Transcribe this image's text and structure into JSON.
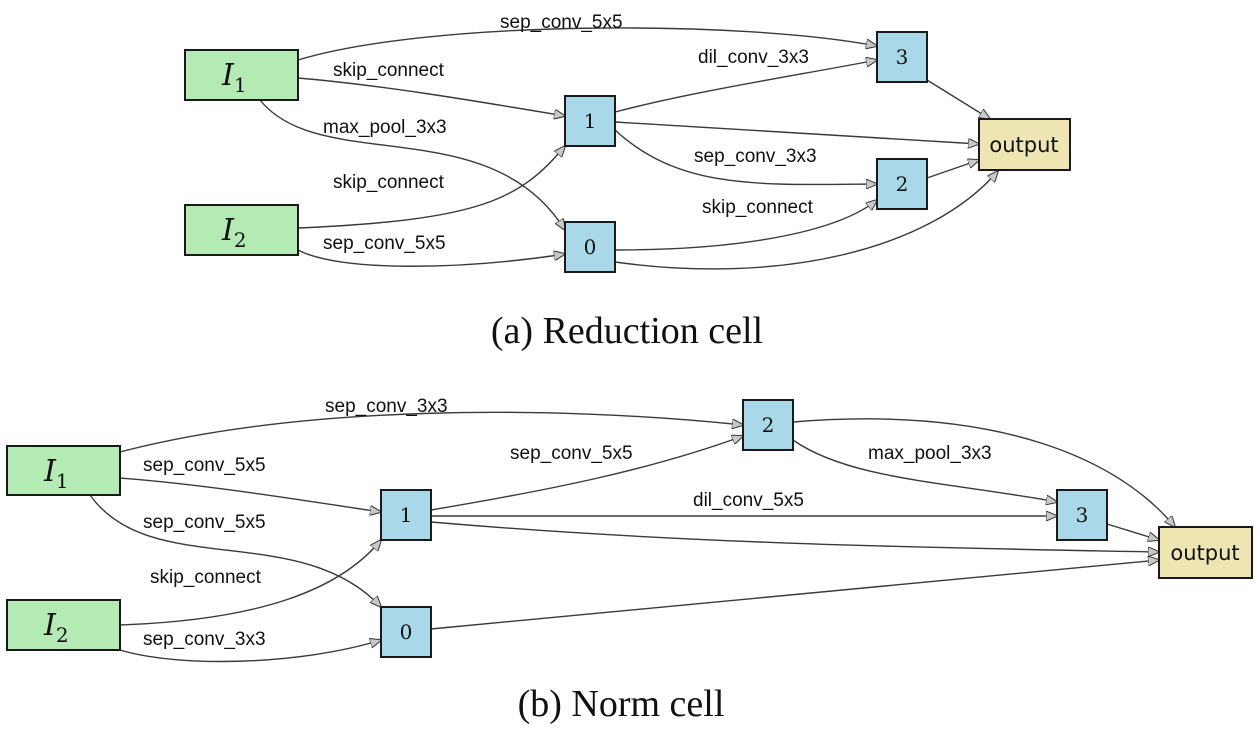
{
  "colors": {
    "input": "#b4eab4",
    "node": "#a9d9e8",
    "output": "#eee6b2",
    "edge": "#3a3a3a"
  },
  "reduction": {
    "caption": "(a) Reduction cell",
    "input1": {
      "base": "I",
      "sub": "1"
    },
    "input2": {
      "base": "I",
      "sub": "2"
    },
    "nodes": {
      "n0": "0",
      "n1": "1",
      "n2": "2",
      "n3": "3"
    },
    "output": "output",
    "edges": {
      "i1_n3": "sep_conv_5x5",
      "i1_n1": "skip_connect",
      "i1_n0": "max_pool_3x3",
      "i2_n1": "skip_connect",
      "i2_n0": "sep_conv_5x5",
      "n1_n3": "dil_conv_3x3",
      "n1_n2": "sep_conv_3x3",
      "n0_n2": "skip_connect"
    }
  },
  "norm": {
    "caption": "(b) Norm cell",
    "input1": {
      "base": "I",
      "sub": "1"
    },
    "input2": {
      "base": "I",
      "sub": "2"
    },
    "nodes": {
      "n0": "0",
      "n1": "1",
      "n2": "2",
      "n3": "3"
    },
    "output": "output",
    "edges": {
      "i1_n2": "sep_conv_3x3",
      "i1_n1": "sep_conv_5x5",
      "i1_n0": "sep_conv_5x5",
      "i2_n1": "skip_connect",
      "i2_n0": "sep_conv_3x3",
      "n1_n2": "sep_conv_5x5",
      "n2_n3": "max_pool_3x3",
      "n1_n3": "dil_conv_5x5"
    }
  }
}
